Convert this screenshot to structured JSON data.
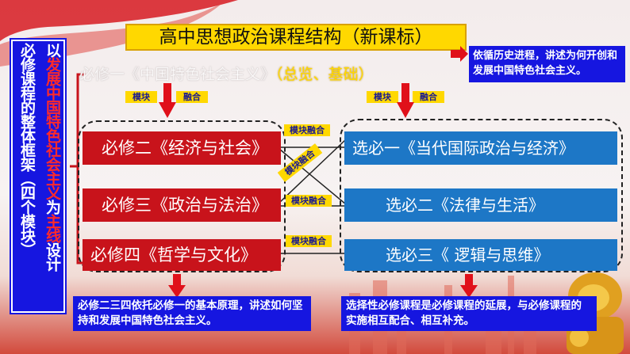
{
  "title": "高中思想政治课程结构（新课标）",
  "left_vertical": {
    "col1": "必修课程的整体框架（四个模块）",
    "col2_seg1": "以",
    "col2_seg2": "发展中国特色社会主义",
    "col2_seg3": "为",
    "col2_seg4": "主线",
    "col2_seg5": "设计"
  },
  "module_one": {
    "label": "必修一《中国特色社会主义》",
    "suffix": "（总览、基础）"
  },
  "tags": {
    "module": "模块",
    "merge": "融合",
    "module_merge": "模块融合"
  },
  "required": [
    "必修二《经济与社会》",
    "必修三《政治与法治》",
    "必修四《哲学与文化》"
  ],
  "elective": [
    "选必一《当代国际政治与经济》",
    "选必二《法律与生活》",
    "选必三《 逻辑与思维》"
  ],
  "notes": {
    "top_right": "依循历史进程，讲述为何开创和发展中国特色社会主义。",
    "bottom_left": "必修二三四依托必修一的基本原理，讲述如何坚持和发展中国特色社会主义。",
    "bottom_right": "选择性必修课程是必修课程的延展，与必修课程的实施相互配合、相互补充。"
  },
  "colors": {
    "red": "#c8131b",
    "blue": "#1d77c6",
    "yellow": "#ffd800",
    "note_blue": "#1616e0"
  }
}
